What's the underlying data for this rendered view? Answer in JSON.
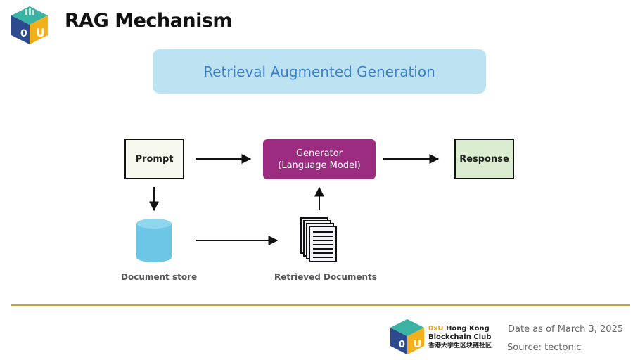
{
  "header": {
    "title": "RAG Mechanism"
  },
  "banner": {
    "text": "Retrieval Augmented Generation"
  },
  "diagram": {
    "prompt": "Prompt",
    "generator_line1": "Generator",
    "generator_line2": "(Language Model)",
    "response": "Response",
    "document_store": "Document store",
    "retrieved_documents": "Retrieved Documents"
  },
  "footer": {
    "club_brand": "0xU",
    "club_line1": "Hong Kong",
    "club_line2": "Blockchain Club",
    "club_line3": "香港大学生区块链社区",
    "date": "Date as of March 3, 2025",
    "source": "Source: tectonic"
  },
  "colors": {
    "banner_bg": "#bde3f2",
    "banner_text": "#3d7fc8",
    "generator_bg": "#9c2c7f",
    "prompt_bg": "#f7f8ee",
    "response_bg": "#dbedd0",
    "cylinder": "#6cc6e6",
    "divider": "#c9a33a"
  }
}
